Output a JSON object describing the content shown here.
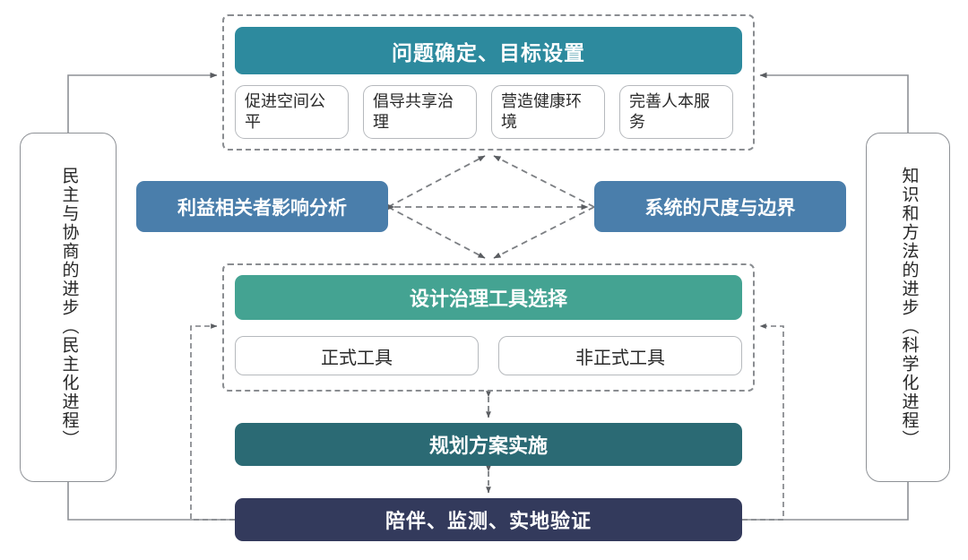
{
  "diagram": {
    "title_flow": "urban governance planning process",
    "colors": {
      "header_teal": "#2d8a9e",
      "stage_blue": "#4a7eab",
      "tools_green": "#44a392",
      "implement_teal": "#2b6a74",
      "verify_navy": "#333a5c",
      "dashed_border": "#8a8d91",
      "outline_border": "#b6b9bd"
    }
  },
  "top_group": {
    "header": "问题确定、目标设置",
    "items": [
      {
        "label": "促进空间公平"
      },
      {
        "label": "倡导共享治理"
      },
      {
        "label": "营造健康环境"
      },
      {
        "label": "完善人本服务"
      }
    ]
  },
  "analysis": {
    "left": "利益相关者影响分析",
    "right": "系统的尺度与边界"
  },
  "tools_group": {
    "header": "设计治理工具选择",
    "items": [
      {
        "label": "正式工具"
      },
      {
        "label": "非正式工具"
      }
    ]
  },
  "stages": {
    "implement": "规划方案实施",
    "verify": "陪伴、监测、实地验证"
  },
  "pillars": {
    "left": "民主与协商的进步（民主化进程）",
    "right": "知识和方法的进步（科学化进程）"
  }
}
